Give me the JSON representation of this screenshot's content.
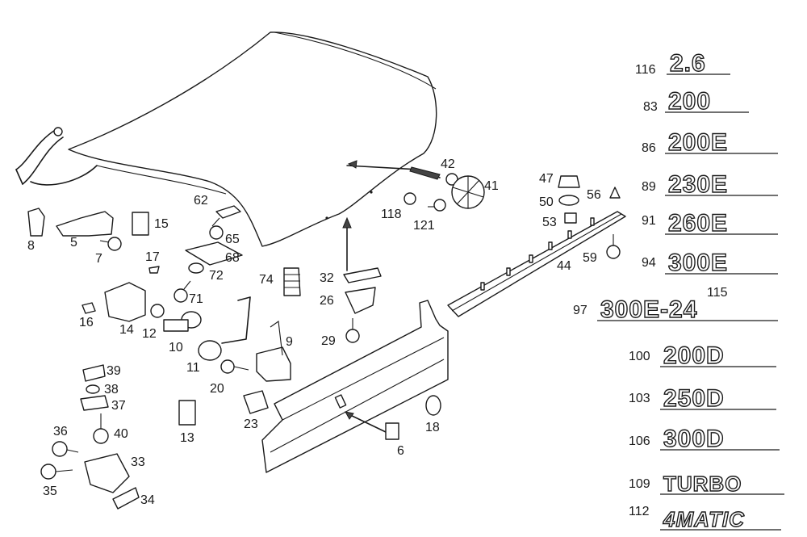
{
  "callouts": [
    "116",
    "83",
    "86",
    "89",
    "91",
    "94",
    "115",
    "97",
    "100",
    "103",
    "106",
    "109",
    "112",
    "42",
    "41",
    "47",
    "50",
    "56",
    "53",
    "59",
    "44",
    "118",
    "121",
    "62",
    "65",
    "68",
    "72",
    "71",
    "15",
    "17",
    "8",
    "5",
    "7",
    "16",
    "14",
    "12",
    "10",
    "11",
    "20",
    "74",
    "32",
    "26",
    "29",
    "9",
    "23",
    "18",
    "6",
    "39",
    "38",
    "37",
    "40",
    "36",
    "33",
    "35",
    "34",
    "13"
  ],
  "badges": {
    "b116": "2.6",
    "b83": "200",
    "b86": "200E",
    "b89": "230E",
    "b91": "260E",
    "b94": "300E",
    "b97": "300E-24",
    "b100": "200D",
    "b103": "250D",
    "b106": "300D",
    "b109": "TURBO",
    "b112": "4MATIC"
  },
  "colors": {
    "ink": "#1a1a1a",
    "paper": "#ffffff"
  }
}
